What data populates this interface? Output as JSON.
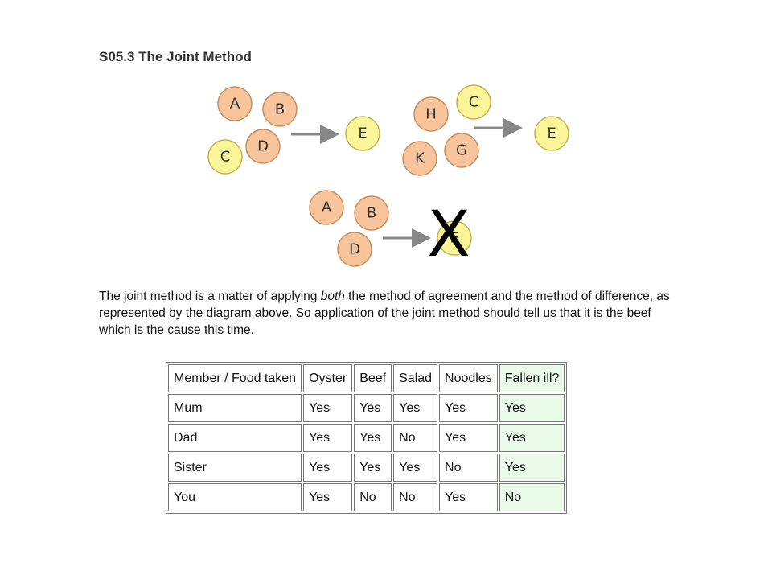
{
  "title": "S05.3 The Joint Method",
  "colors": {
    "orange": "#f7c49b",
    "yellow": "#fbf59a",
    "arrow": "#888888",
    "ill_column": "#eafbea"
  },
  "diagram": {
    "group1": {
      "causes": [
        "A",
        "B",
        "D",
        "C"
      ],
      "effect": "E"
    },
    "group2": {
      "causes": [
        "H",
        "C",
        "G",
        "K"
      ],
      "effect": "E"
    },
    "group3": {
      "causes": [
        "A",
        "B",
        "D"
      ],
      "effect": "E",
      "cross": "X"
    }
  },
  "paragraph": {
    "before": "The joint method is a matter of applying ",
    "emphasis": "both",
    "after": " the method of agreement and the method of difference, as represented by the diagram above. So application of the joint method should tell us that it is the beef which is the cause this time."
  },
  "table": {
    "headers": [
      "Member / Food taken",
      "Oyster",
      "Beef",
      "Salad",
      "Noodles",
      "Fallen ill?"
    ],
    "rows": [
      [
        "Mum",
        "Yes",
        "Yes",
        "Yes",
        "Yes",
        "Yes"
      ],
      [
        "Dad",
        "Yes",
        "Yes",
        "No",
        "Yes",
        "Yes"
      ],
      [
        "Sister",
        "Yes",
        "Yes",
        "Yes",
        "No",
        "Yes"
      ],
      [
        "You",
        "Yes",
        "No",
        "No",
        "Yes",
        "No"
      ]
    ]
  }
}
